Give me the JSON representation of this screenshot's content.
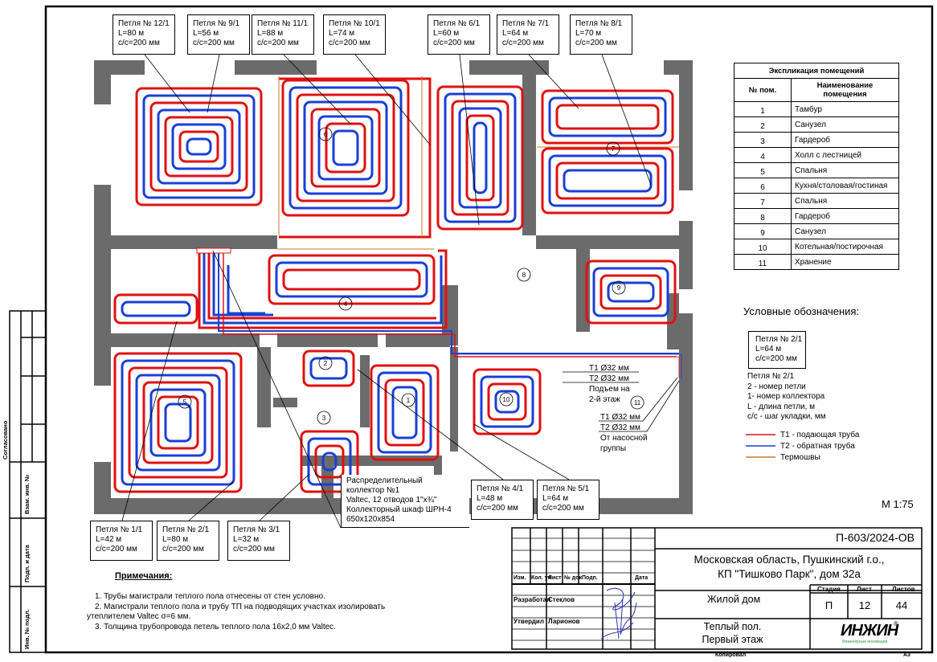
{
  "loops": [
    {
      "id": "12/1",
      "name": "Петля № 12/1",
      "length": "L=80 м",
      "step": "c/c=200 мм"
    },
    {
      "id": "9/1",
      "name": "Петля № 9/1",
      "length": "L=56 м",
      "step": "c/c=200 мм"
    },
    {
      "id": "11/1",
      "name": "Петля № 11/1",
      "length": "L=88 м",
      "step": "c/c=200 мм"
    },
    {
      "id": "10/1",
      "name": "Петля № 10/1",
      "length": "L=74 м",
      "step": "c/c=200 мм"
    },
    {
      "id": "6/1",
      "name": "Петля № 6/1",
      "length": "L=60 м",
      "step": "c/c=200 мм"
    },
    {
      "id": "7/1",
      "name": "Петля № 7/1",
      "length": "L=64 м",
      "step": "c/c=200 мм"
    },
    {
      "id": "8/1",
      "name": "Петля № 8/1",
      "length": "L=70 м",
      "step": "c/c=200 мм"
    },
    {
      "id": "1/1",
      "name": "Петля № 1/1",
      "length": "L=42 м",
      "step": "c/c=200 мм"
    },
    {
      "id": "2/1",
      "name": "Петля № 2/1",
      "length": "L=80 м",
      "step": "c/c=200 мм"
    },
    {
      "id": "3/1",
      "name": "Петля № 3/1",
      "length": "L=32 м",
      "step": "c/c=200 мм"
    },
    {
      "id": "4/1",
      "name": "Петля № 4/1",
      "length": "L=48 м",
      "step": "c/c=200 мм"
    },
    {
      "id": "5/1",
      "name": "Петля № 5/1",
      "length": "L=64 м",
      "step": "c/c=200 мм"
    }
  ],
  "room_markers": [
    "1",
    "2",
    "3",
    "4",
    "5",
    "6",
    "7",
    "8",
    "9",
    "10",
    "11"
  ],
  "collector": {
    "lines": [
      "Распределительный",
      "коллектор №1",
      "Valtec, 12 отводов 1\"х¾\"",
      "Коллекторный шкаф ШРН-4",
      "650x120x854"
    ]
  },
  "riser": {
    "t1_up": "T1 Ø32 мм",
    "t2_up": "T2 Ø32 мм",
    "up_note_1": "Подъем на",
    "up_note_2": "2-й этаж",
    "t1_in": "T1 Ø32 мм",
    "t2_in": "T2 Ø32 мм",
    "in_note_1": "От насосной",
    "in_note_2": "группы"
  },
  "explication": {
    "title": "Экспликация помещений",
    "col_num": "№ пом.",
    "col_name": "Наименование помещения",
    "rows": [
      {
        "n": "1",
        "name": "Тамбур"
      },
      {
        "n": "2",
        "name": "Санузел"
      },
      {
        "n": "3",
        "name": "Гардероб"
      },
      {
        "n": "4",
        "name": "Холл с лестницей"
      },
      {
        "n": "5",
        "name": "Спальня"
      },
      {
        "n": "6",
        "name": "Кухня/столовая/гостиная"
      },
      {
        "n": "7",
        "name": "Спальня"
      },
      {
        "n": "8",
        "name": "Гардероб"
      },
      {
        "n": "9",
        "name": "Санузел"
      },
      {
        "n": "10",
        "name": "Котельная/постирочная"
      },
      {
        "n": "11",
        "name": "Хранение"
      }
    ]
  },
  "legend": {
    "title": "Условные обозначения:",
    "sample": {
      "name": "Петля № 2/1",
      "length": "L=64 м",
      "step": "c/c=200 мм"
    },
    "explain": [
      "Петля № 2/1",
      "2 - номер петли",
      "1- номер коллектора",
      "L - длина петли, м",
      "c/c - шаг укладки, мм"
    ],
    "pipes": [
      {
        "label": "T1 - подающая труба",
        "color": "#e01010"
      },
      {
        "label": "T2 - обратная труба",
        "color": "#1a3fd6"
      },
      {
        "label": "Термошвы",
        "color": "#c8782a"
      }
    ]
  },
  "scale": "М 1:75",
  "notes": {
    "title": "Примечания:",
    "items": [
      "1.    Трубы магистрали теплого пола отнесены от стен условно.",
      "2.    Магистрали теплого пола и трубу ТП на подводящих участках изолировать",
      "утеплителем Valtec σ=6 мм.",
      "3.    Толщина трубопровода петель теплого пола 16х2,0 мм Valtec."
    ]
  },
  "title_block": {
    "code": "П-603/2024-ОВ",
    "address_1": "Московская область, Пушкинский г.о.,",
    "address_2": "КП \"Тишково Парк\", дом 32а",
    "building": "Жилой дом",
    "sheet_title_1": "Теплый пол.",
    "sheet_title_2": "Первый этаж",
    "stage_label": "Стадия",
    "sheet_label": "Лист",
    "sheets_label": "Листов",
    "stage": "П",
    "sheet": "12",
    "sheets": "44",
    "headers": [
      "Изм.",
      "Кол. уч",
      "Лист",
      "№ док.",
      "Подп.",
      "Дата"
    ],
    "developed_label": "Разработал",
    "developed_by": "Стеклов",
    "approved_label": "Утвердил",
    "approved_by": "Ларионов",
    "logo": "ИНЖИН",
    "logo_sub": "Инженерные инновации",
    "copied": "Копировал",
    "format": "А3"
  },
  "side_stamp": {
    "agreed": "Согласовано",
    "inv_replace": "Взам. инв. №",
    "sign_date": "Подп. и дата",
    "inv_orig": "Инв. № подл."
  },
  "colors": {
    "supply": "#e01010",
    "return": "#1a3fd6",
    "joint": "#c8782a",
    "wall": "#6b6b6b"
  }
}
